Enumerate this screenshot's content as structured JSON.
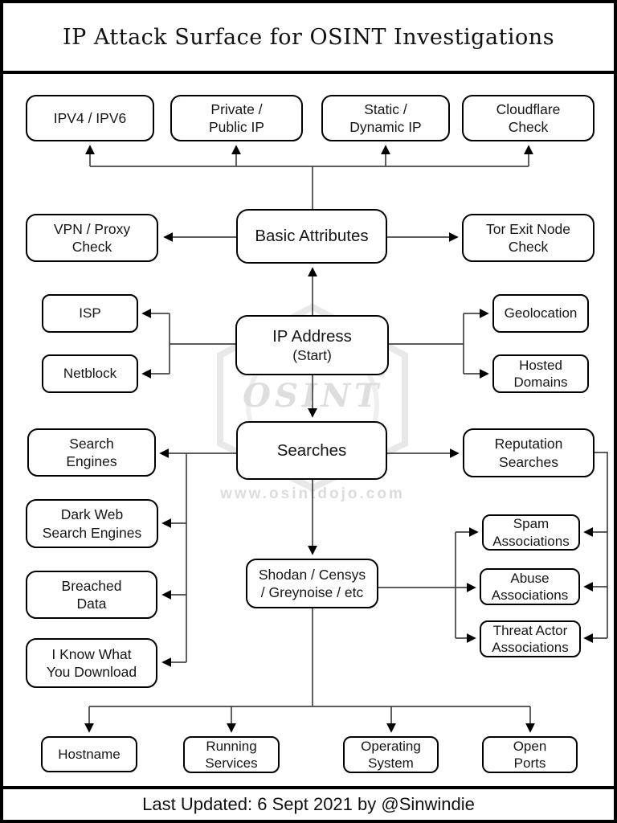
{
  "title": "IP Attack Surface for OSINT Investigations",
  "footer": "Last Updated: 6 Sept 2021 by @Sinwindie",
  "watermark": {
    "word1": "OSINT",
    "word2": "DOJO",
    "url": "www.osintdojo.com"
  },
  "nodes": {
    "ipv4": {
      "label": "IPV4 / IPV6"
    },
    "private_public": {
      "label": "Private /\nPublic IP"
    },
    "static_dynamic": {
      "label": "Static /\nDynamic IP"
    },
    "cloudflare": {
      "label": "Cloudflare\nCheck"
    },
    "vpn_proxy": {
      "label": "VPN / Proxy\nCheck"
    },
    "basic_attributes": {
      "label": "Basic Attributes"
    },
    "tor_exit": {
      "label": "Tor Exit Node\nCheck"
    },
    "isp": {
      "label": "ISP"
    },
    "netblock": {
      "label": "Netblock"
    },
    "ip_address": {
      "line1": "IP Address",
      "line2": "(Start)"
    },
    "geolocation": {
      "label": "Geolocation"
    },
    "hosted_domains": {
      "label": "Hosted\nDomains"
    },
    "search_engines": {
      "label": "Search\nEngines"
    },
    "searches": {
      "label": "Searches"
    },
    "reputation_searches": {
      "label": "Reputation\nSearches"
    },
    "dark_web": {
      "label": "Dark Web\nSearch Engines"
    },
    "breached_data": {
      "label": "Breached\nData"
    },
    "i_know_what_you_download": {
      "label": "I Know What\nYou Download"
    },
    "shodan": {
      "label": "Shodan / Censys\n/ Greynoise / etc"
    },
    "spam_associations": {
      "label": "Spam\nAssociations"
    },
    "abuse_associations": {
      "label": "Abuse\nAssociations"
    },
    "threat_actor_associations": {
      "label": "Threat Actor\nAssociations"
    },
    "hostname": {
      "label": "Hostname"
    },
    "running_services": {
      "label": "Running\nServices"
    },
    "operating_system": {
      "label": "Operating\nSystem"
    },
    "open_ports": {
      "label": "Open\nPorts"
    }
  },
  "colors": {
    "line": "#444444",
    "box_border": "#000000",
    "text": "#161616",
    "watermark": "#e6e6e6"
  }
}
